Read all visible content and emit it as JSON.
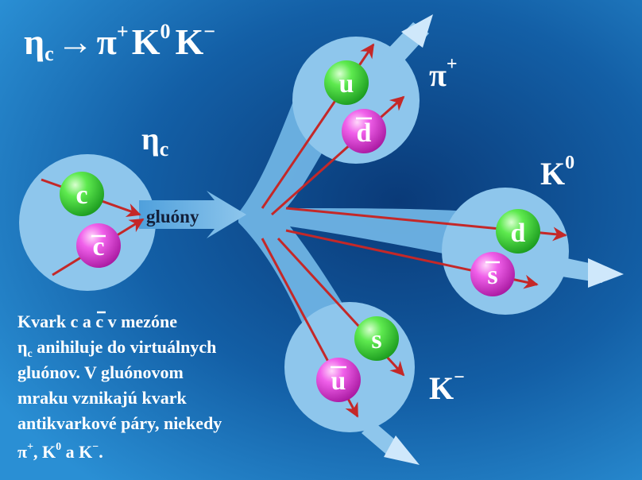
{
  "title": {
    "eta": "η",
    "sub": "c",
    "arrow": "→",
    "pi": "π",
    "pi_sup": "+",
    "K": "K",
    "k0_sup": "0",
    "K2": "K",
    "km_sup": "−"
  },
  "eta_label": {
    "eta": "η",
    "sub": "c"
  },
  "gluon_label": "gluóny",
  "particle_labels": {
    "pi_plus": {
      "base": "π",
      "sup": "+"
    },
    "k_zero": {
      "base": "K",
      "sup": "0"
    },
    "k_minus": {
      "base": "K",
      "sup": "−"
    }
  },
  "quarks": {
    "c": "c",
    "c_bar": "c",
    "u": "u",
    "d_bar": "d",
    "d": "d",
    "s_bar": "s",
    "s": "s",
    "u_bar": "u"
  },
  "colors": {
    "background": "#1670b5",
    "blob": "#8ec6ec",
    "quark_green": "#35d535",
    "antiquark_magenta": "#e040d8",
    "arrow_red": "#c42828",
    "text_white": "#ffffff",
    "text_dark": "#13203a"
  },
  "description": {
    "l1_a": "Kvark c a ",
    "l1_bar": "c",
    "l1_b": " v mezóne",
    "l2_eta": "η",
    "l2_sub": "c",
    "l2_rest": " anihiluje do virtuálnych",
    "l3": "gluónov. V gluónovom",
    "l4": "mraku vznikajú kvark",
    "l5": "antikvarkové páry, niekedy",
    "l6_pi": "π",
    "l6_pi_sup": "+",
    "l6_a": ", K",
    "l6_k0_sup": "0",
    "l6_b": " a K",
    "l6_km_sup": "−",
    "l6_end": "."
  }
}
